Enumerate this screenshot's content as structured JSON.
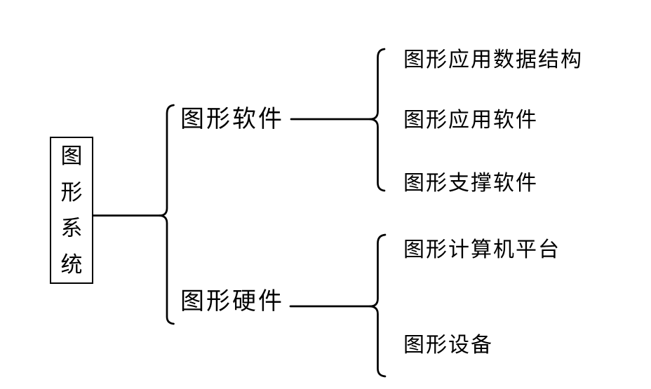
{
  "diagram": {
    "root": {
      "label": "图形系统",
      "chars": [
        "图",
        "形",
        "系",
        "统"
      ]
    },
    "branches": [
      {
        "label": "图形软件",
        "children": [
          "图形应用数据结构",
          "图形应用软件",
          "图形支撑软件"
        ]
      },
      {
        "label": "图形硬件",
        "children": [
          "图形计算机平台",
          "图形设备"
        ]
      }
    ]
  },
  "colors": {
    "line": "#000000",
    "text": "#000000",
    "background": "#ffffff"
  }
}
